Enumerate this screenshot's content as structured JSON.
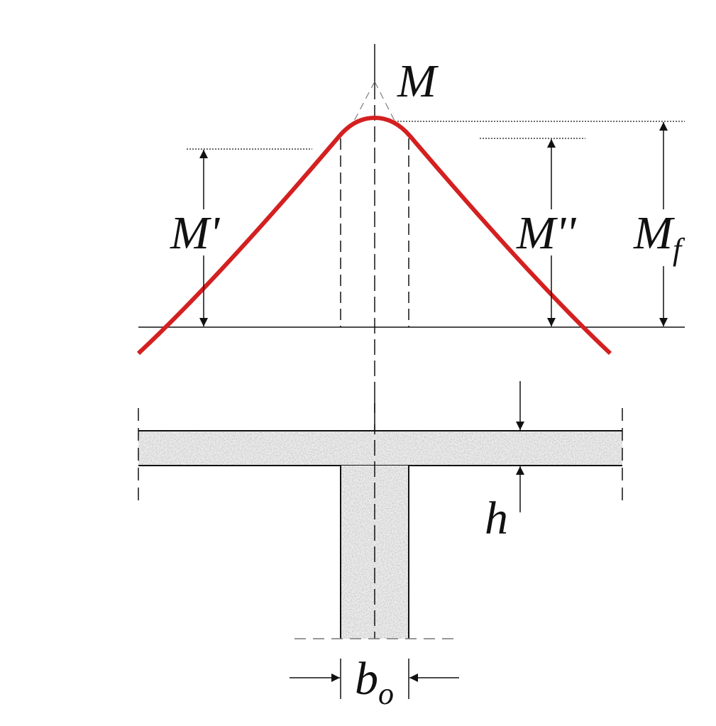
{
  "labels": {
    "peak_moment": "M",
    "left_moment": "M'",
    "right_moment": "M''",
    "flange_moment_main": "M",
    "flange_moment_sub": "f",
    "flange_thickness": "h",
    "web_width_main": "b",
    "web_width_sub": "o"
  },
  "colors": {
    "moment_curve": "#d42020",
    "lines": "#111111",
    "concrete_fill": "#e6e6e6"
  }
}
